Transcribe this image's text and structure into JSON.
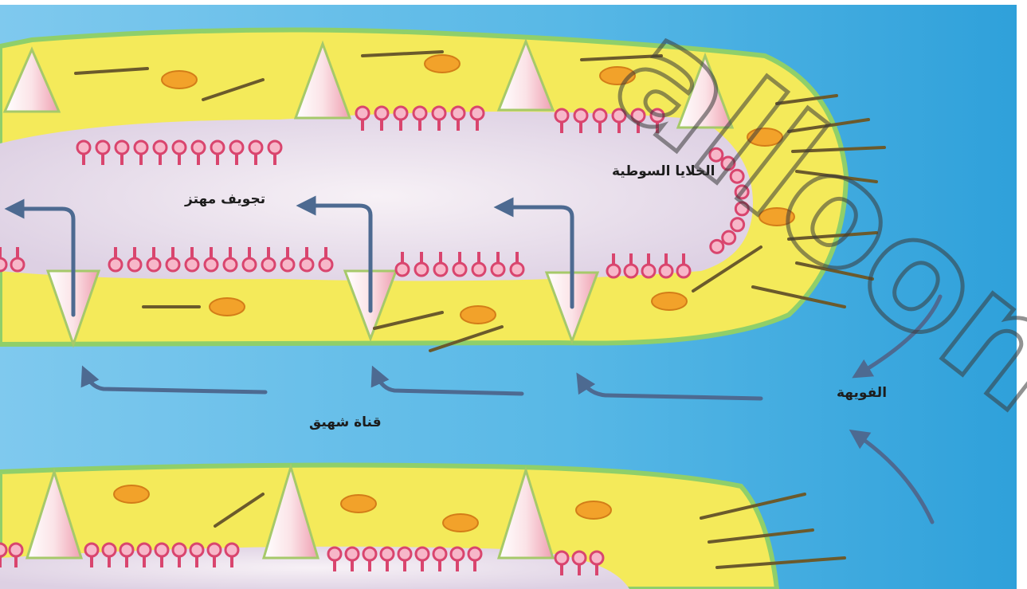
{
  "labels": {
    "flame_cells": "الخلايا السوطية",
    "ciliated_cavity": "تجويف مهتز",
    "incurrent_canal": "قناة شهيق",
    "ostium": "الفويهة"
  },
  "watermark": {
    "text": "alloon"
  },
  "colors": {
    "water": "#3aa9dd",
    "tissue": "#f4ea5a",
    "cavity": "#ece3ef",
    "collar_cell": "#d9456e",
    "porocyte": "#f5c6cf",
    "flow_arrow": "#4d6a91",
    "amoebocyte": "#f2a22a",
    "spicule": "#6b5a2c"
  }
}
